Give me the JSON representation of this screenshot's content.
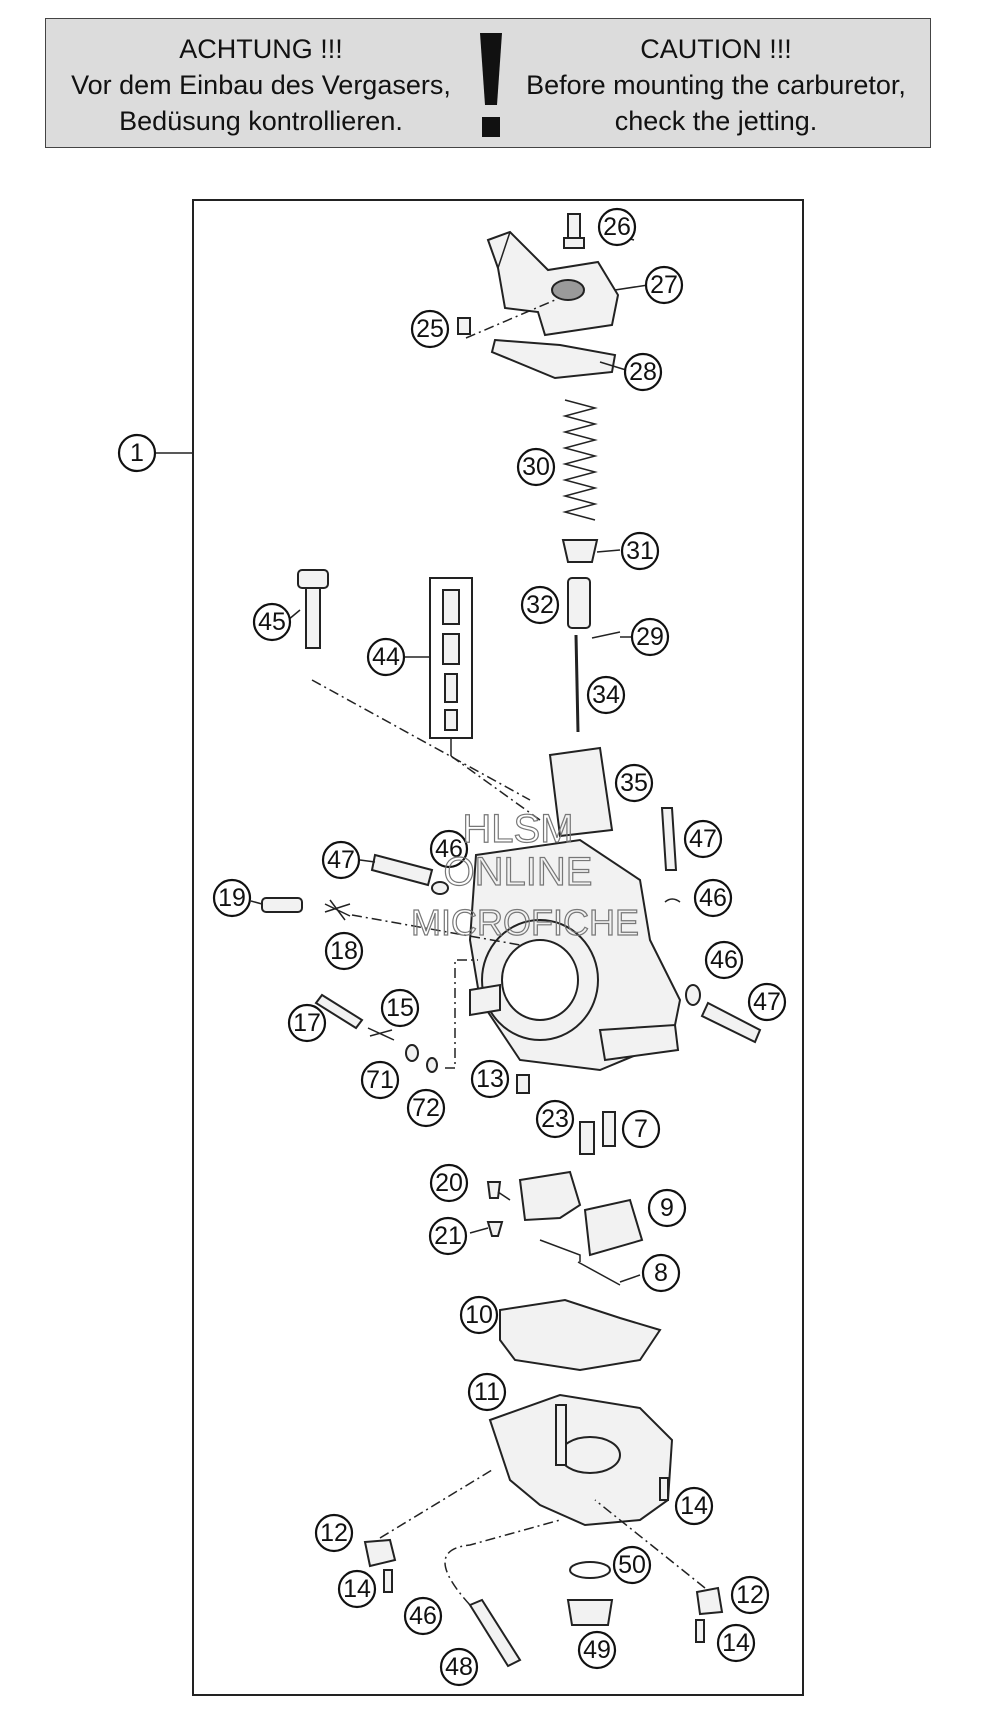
{
  "caution": {
    "de": {
      "title": "ACHTUNG !!!",
      "line1": "Vor dem Einbau des Vergasers,",
      "line2": "Bedüsung kontrollieren."
    },
    "en": {
      "title": "CAUTION !!!",
      "line1": "Before mounting the carburetor,",
      "line2": "check the jetting."
    },
    "icon": "exclamation-icon"
  },
  "watermark": {
    "line1": "HLSM",
    "line2": "ONLINE",
    "line3": "MICROFICHE"
  },
  "callouts": {
    "c1": "1",
    "c7": "7",
    "c8": "8",
    "c9": "9",
    "c10": "10",
    "c11": "11",
    "c12a": "12",
    "c12b": "12",
    "c13": "13",
    "c14a": "14",
    "c14b": "14",
    "c14c": "14",
    "c15": "15",
    "c17": "17",
    "c18": "18",
    "c19": "19",
    "c20": "20",
    "c21": "21",
    "c23": "23",
    "c25": "25",
    "c26": "26",
    "c27": "27",
    "c28": "28",
    "c29": "29",
    "c30": "30",
    "c31": "31",
    "c32": "32",
    "c34": "34",
    "c35": "35",
    "c44": "44",
    "c45": "45",
    "c46a": "46",
    "c46b": "46",
    "c46c": "46",
    "c46d": "46",
    "c47a": "47",
    "c47b": "47",
    "c47c": "47",
    "c48": "48",
    "c49": "49",
    "c50": "50",
    "c71": "71",
    "c72": "72"
  }
}
